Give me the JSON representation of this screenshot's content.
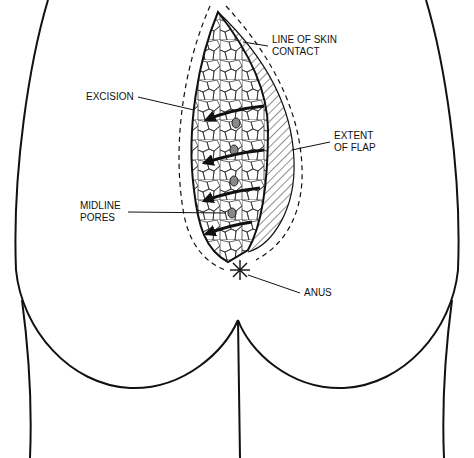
{
  "diagram": {
    "labels": [
      "LINE OF SKIN CONTACT",
      "EXTENT OF FLAP",
      "EXCISION",
      "MIDLINE PORES",
      "ANUS"
    ]
  }
}
